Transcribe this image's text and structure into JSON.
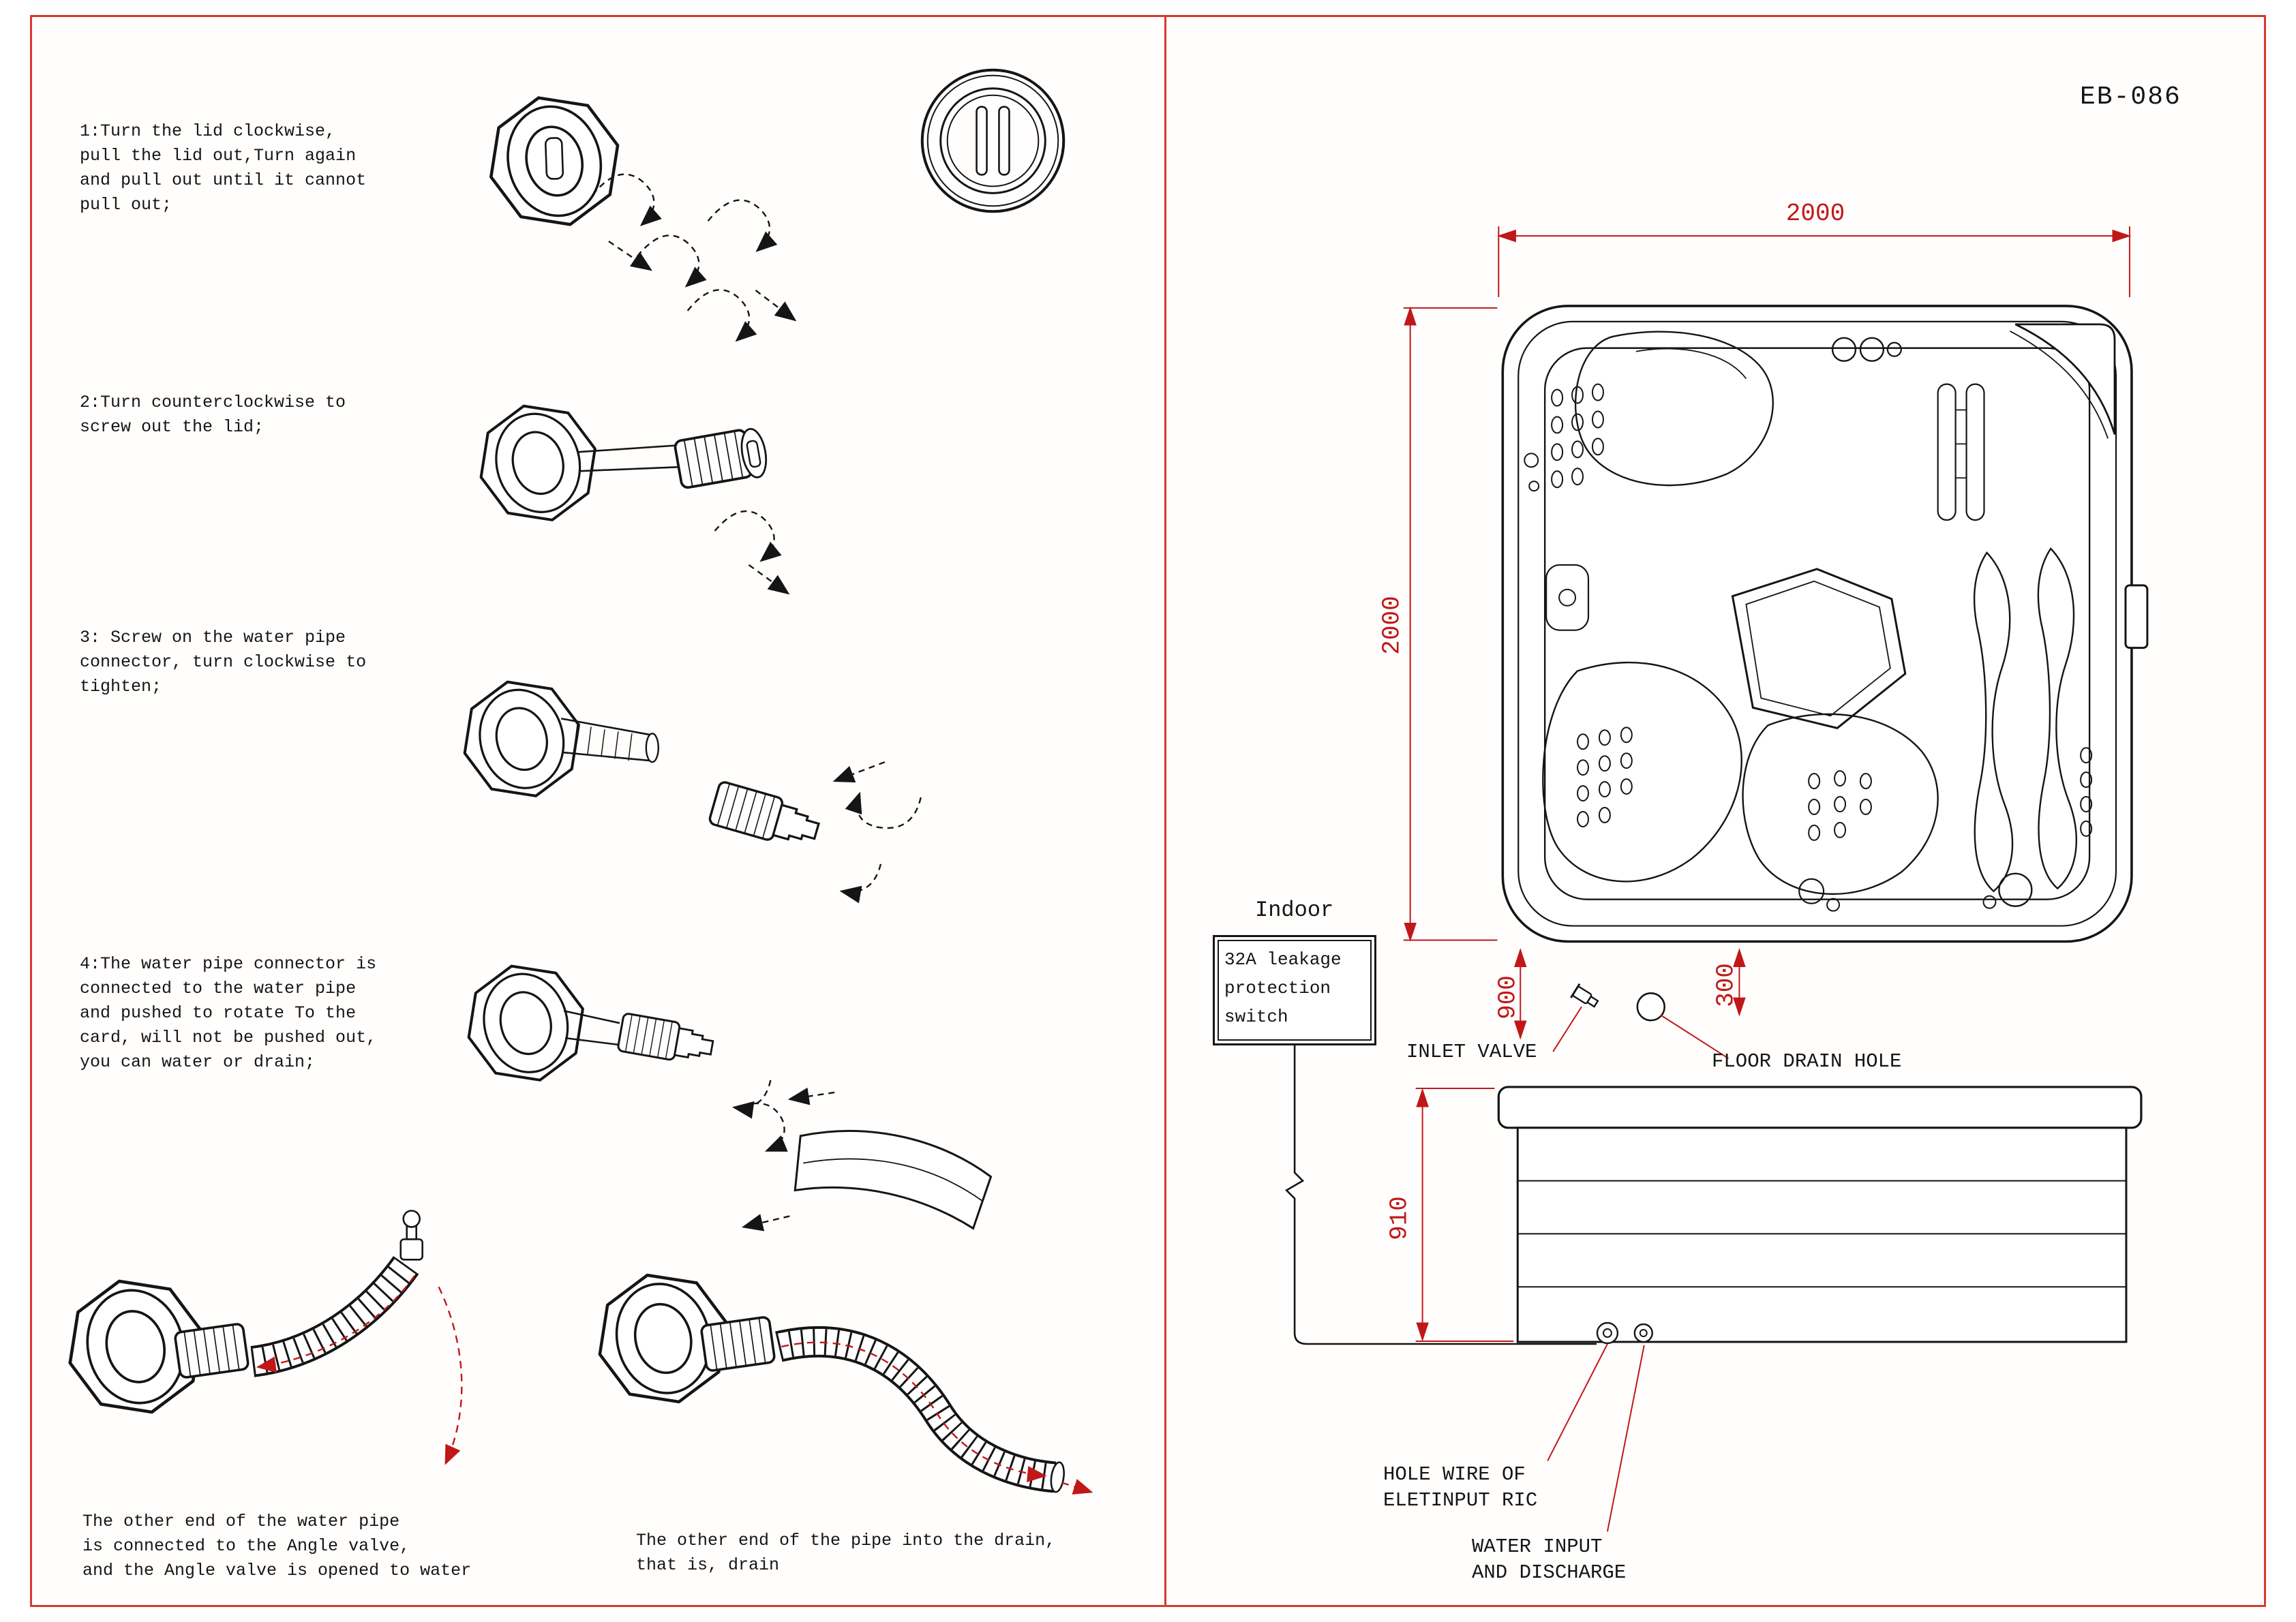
{
  "colors": {
    "border": "#d63a2e",
    "dimension_red": "#c01818",
    "ink": "#151515",
    "paper": "#fffefd"
  },
  "title_block": {
    "model_code": "EB-086"
  },
  "instructions": {
    "step1": "1:Turn the lid clockwise,\npull the lid out,Turn again\nand pull out until it cannot\npull out;",
    "step2": "2:Turn counterclockwise to\nscrew out the lid;",
    "step3": "3: Screw on the water pipe\nconnector, turn clockwise to\ntighten;",
    "step4": "4:The water pipe connector is\nconnected to the water pipe\nand pushed to rotate To the\ncard, will not be pushed out,\n you can water or drain;",
    "caption_left": "The other end of the water pipe\n is connected to the Angle valve,\n and the Angle valve is opened to water",
    "caption_right": "The other end of the pipe into the drain,\n that is, drain"
  },
  "plan": {
    "indoor_label": "Indoor",
    "switch_label": "32A leakage\nprotection\nswitch",
    "inlet_valve_label": "INLET VALVE",
    "floor_drain_label": "FLOOR DRAIN HOLE",
    "hole_wire_label": "HOLE WIRE OF\nELETINPUT RIC",
    "water_io_label": "WATER INPUT\nAND DISCHARGE",
    "dim_width": "2000",
    "dim_depth": "2000",
    "dim_inlet": "900",
    "dim_drain": "300",
    "dim_height": "910"
  }
}
